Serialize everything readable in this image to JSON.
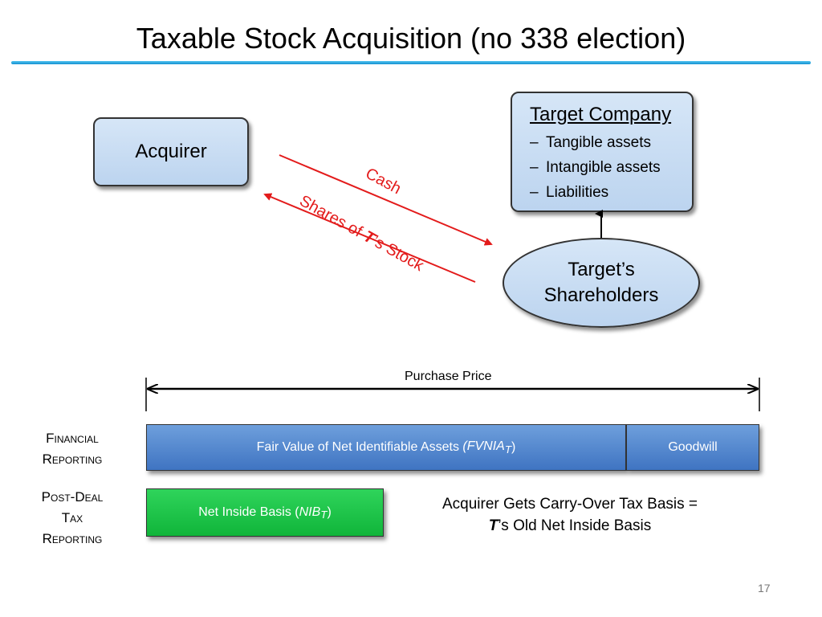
{
  "title": "Taxable Stock Acquisition (no 338 election)",
  "acquirer": {
    "label": "Acquirer"
  },
  "target": {
    "title": "Target Company",
    "dash": "–",
    "items": [
      "Tangible assets",
      "Intangible assets",
      "Liabilities"
    ]
  },
  "shareholders": {
    "line1": "Target’s",
    "line2": "Shareholders"
  },
  "flows": {
    "cash": "Cash",
    "shares_prefix": "Shares of ",
    "shares_t": "T",
    "shares_suffix": "’s Stock"
  },
  "purchase_price": "Purchase Price",
  "financial_reporting": {
    "line1": "Financial",
    "line2": "Reporting"
  },
  "post_deal": {
    "line1": "Post-Deal",
    "line2": "Tax",
    "line3": "Reporting"
  },
  "bars": {
    "fvnia_text": "Fair Value of Net Identifiable Assets ",
    "fvnia_abbr": "(FVNIA",
    "fvnia_sub": "T",
    "fvnia_close": ")",
    "goodwill": "Goodwill",
    "nib_text": "Net Inside Basis (",
    "nib_abbr": "NIB",
    "nib_sub": "T",
    "nib_close": ")"
  },
  "carryover": {
    "line1": "Acquirer Gets Carry-Over Tax Basis =",
    "line2_t": "T",
    "line2_rest": "’s Old Net Inside Basis"
  },
  "page_number": "17",
  "colors": {
    "arrow_red": "#e31b1b",
    "rule_blue": "#1591d0",
    "bar_blue": "#4a7fca",
    "bar_green": "#13bf42"
  }
}
